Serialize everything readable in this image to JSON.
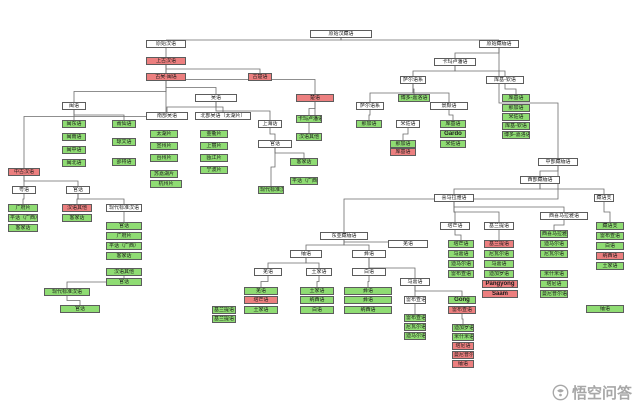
{
  "root": "原始汉藏语",
  "branches": {
    "sinitic": "原始汉语",
    "tibeto_burman": "原始藏缅语",
    "ancient": "上古汉语",
    "middle": "中古汉语",
    "min": "古吴·闽语",
    "chu": "古楚语",
    "southern_chu": "楚语"
  },
  "min_group": {
    "label": "闽语",
    "items": [
      "闽东语",
      "闽南语",
      "闽中语",
      "闽北语",
      "莆仙语",
      "琼文语",
      "邵将语"
    ]
  },
  "wu_group": {
    "label": "吴语",
    "northern": "北部吴语（太湖片）",
    "southern": "南部吴语",
    "items": [
      "太湖片",
      "宣州片",
      "台州片",
      "金衢片",
      "上丽片",
      "瓯江片",
      "宁波片",
      "苏嘉湖片",
      "杭州片",
      "上海话"
    ]
  },
  "tibeto": {
    "kamarupan": "卡玛卢潘语",
    "north_sal": "萨尔语系",
    "bodo": "博多-嘉洛语",
    "jingpo": "景颇语",
    "konyak": "库基-钦语",
    "naga": "那加语",
    "mizo": "米佐语",
    "kuki": "库基语",
    "gardo": "Gardo",
    "gong": "Gong",
    "pangyong": "Pangyong",
    "saam": "Saam"
  },
  "misc": {
    "cantonese": "粤语",
    "guangfu": "广府片",
    "pinghua": "平话（广西）",
    "hakka": "客家话",
    "guan": "官话",
    "modern_mandarin": "现代标准汉语",
    "east_asian": "东亚藏缅语",
    "himalayan": "喜马拉雅语",
    "tamangic": "塔芒语",
    "qiangic": "羌语",
    "burmese": "缅语",
    "lolo": "彝语",
    "tujia": "土家语",
    "bai": "白语",
    "naxi": "纳西语",
    "kiranti": "基兰提语",
    "newar": "尼瓦尔语",
    "magar": "马嘉语",
    "lepcha": "雷布查语",
    "tibetic": "藏语支",
    "west_himalayan": "西喜马拉雅语",
    "dhimal": "迪马尔语",
    "central": "中部藏缅语",
    "western": "西部藏缅语",
    "digarish": "迪加罗语",
    "meithei": "曼尼普尔语",
    "mishmi": "米什米语",
    "tani": "塔尼语",
    "sino_other": "汉语其他"
  },
  "watermark": {
    "text": "悟空问答"
  }
}
